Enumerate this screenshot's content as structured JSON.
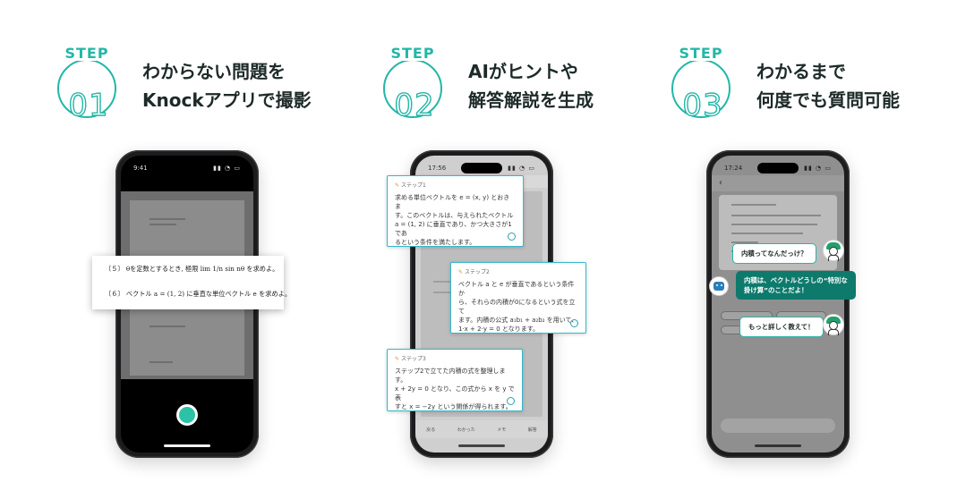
{
  "steps": [
    {
      "label": "STEP",
      "number": "01",
      "line1": "わからない問題を",
      "line2": "Knockアプリで撮影"
    },
    {
      "label": "STEP",
      "number": "02",
      "line1": "AIがヒントや",
      "line2": "解答解説を生成"
    },
    {
      "label": "STEP",
      "number": "03",
      "line1": "わかるまで",
      "line2": "何度でも質問可能"
    }
  ],
  "phone1": {
    "time": "9:41",
    "crop": {
      "q5": "〔５〕 θを定数とするとき, 極限 lim  1/n sin nθ を求めよ。",
      "q6": "〔６〕 ベクトル a = (1, 2) に垂直な単位ベクトル e を求めよ。"
    }
  },
  "phone2": {
    "time": "17:56",
    "tabs": [
      "戻る",
      "わかった",
      "メモ",
      "解答"
    ],
    "hints": [
      {
        "head": "ステップ1",
        "body": "求める単位ベクトルを e = (x, y) とおきま\nす。このベクトルは、与えられたベクトル\na = (1, 2) に垂直であり、かつ大きさが1であ\nるという条件を満たします。"
      },
      {
        "head": "ステップ2",
        "body": "ベクトル a と e が垂直であるという条件か\nら、それらの内積が0になるという式を立て\nます。内積の公式 a₁b₁ + a₂b₂ を用いて、\n1·x + 2·y = 0 となります。"
      },
      {
        "head": "ステップ3",
        "body": "ステップ2で立てた内積の式を整理します。\nx + 2y = 0 となり、この式から x を y で表\nすと x = −2y という関係が得られます。"
      }
    ]
  },
  "phone3": {
    "time": "17:24",
    "user_q1": "内積ってなんだっけ？",
    "bot_answer_l1": "内積は、ベクトルどうしの“特別な",
    "bot_answer_l2": "掛け算”のことだよ！",
    "user_q2": "もっと詳しく教えて！"
  },
  "colors": {
    "accent": "#22b7a8",
    "bot_bubble": "#0d7a6c",
    "hint_border": "#34b8cc"
  }
}
